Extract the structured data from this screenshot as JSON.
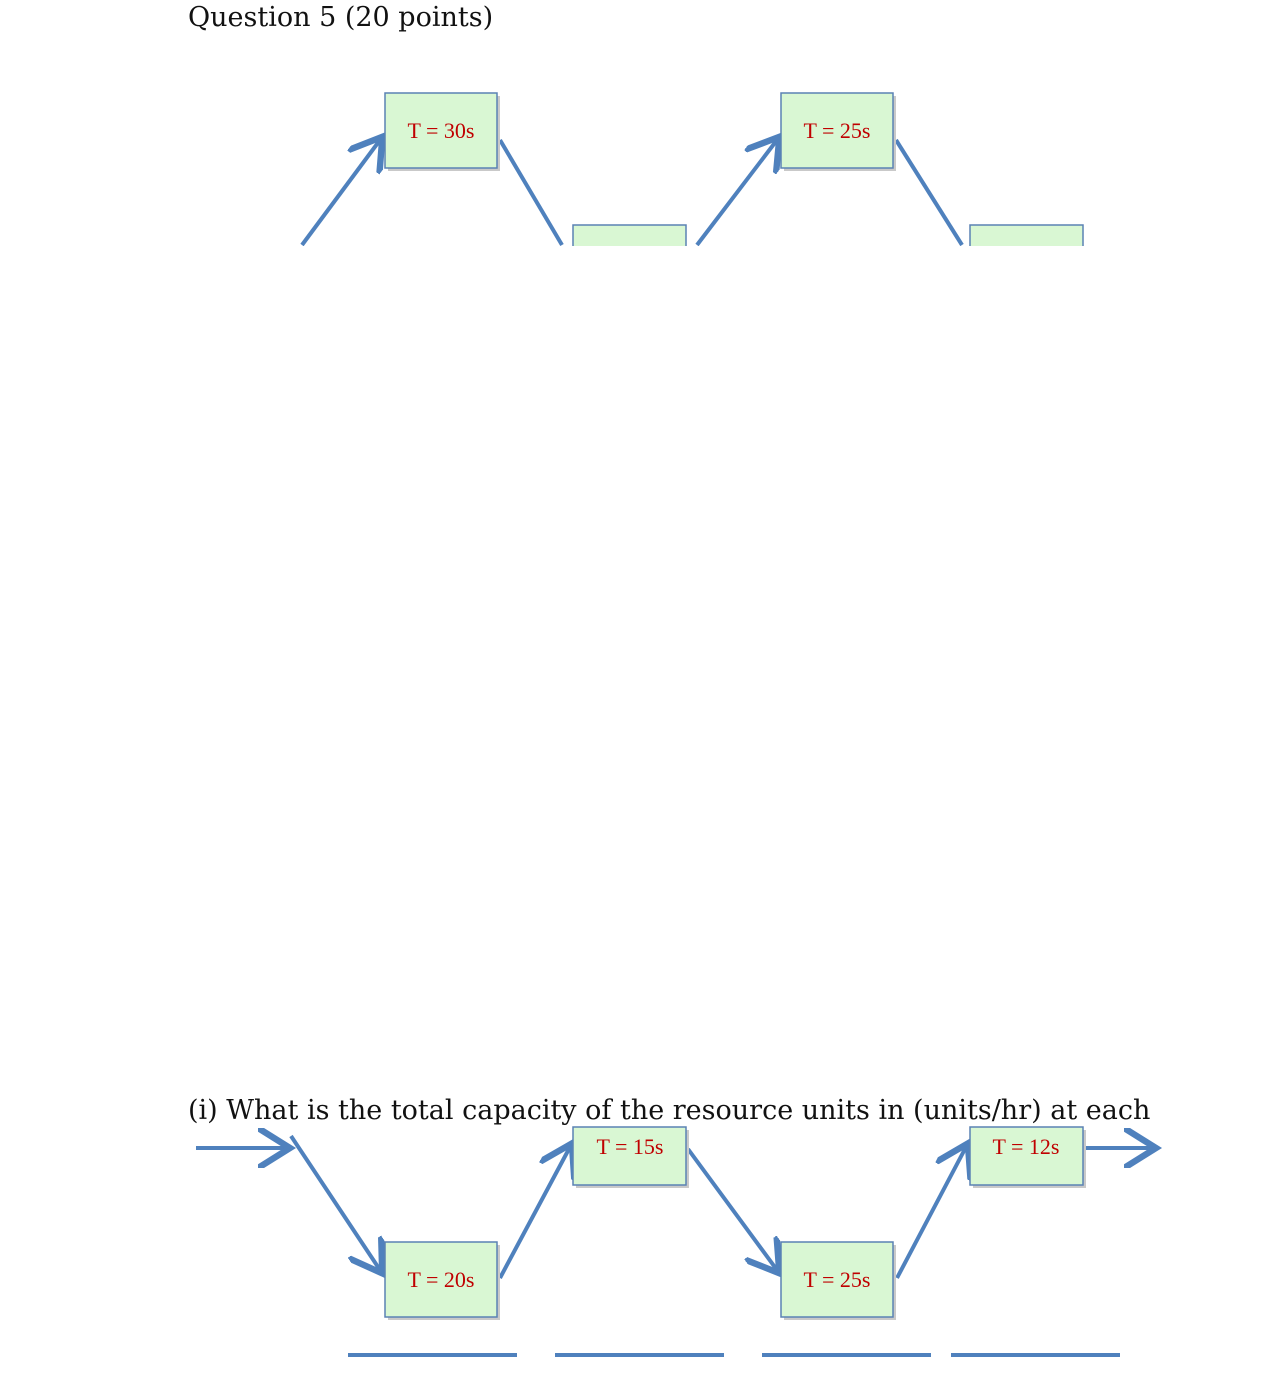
{
  "question": {
    "title": "Question 5 (20 points)",
    "part_i": "(i) What is the total capacity of the resource units in (units/hr) at each"
  },
  "diagram": {
    "stations": [
      {
        "label": "T = 30s"
      },
      {
        "label": "T = 25s"
      },
      {
        "label": "T = 15s"
      },
      {
        "label": "T = 12s"
      },
      {
        "label": "T = 20s"
      },
      {
        "label": "T = 25s"
      }
    ]
  },
  "colors": {
    "arrow": "#4f81bd",
    "box_fill": "#d9f7d3",
    "box_text": "#c00000"
  }
}
